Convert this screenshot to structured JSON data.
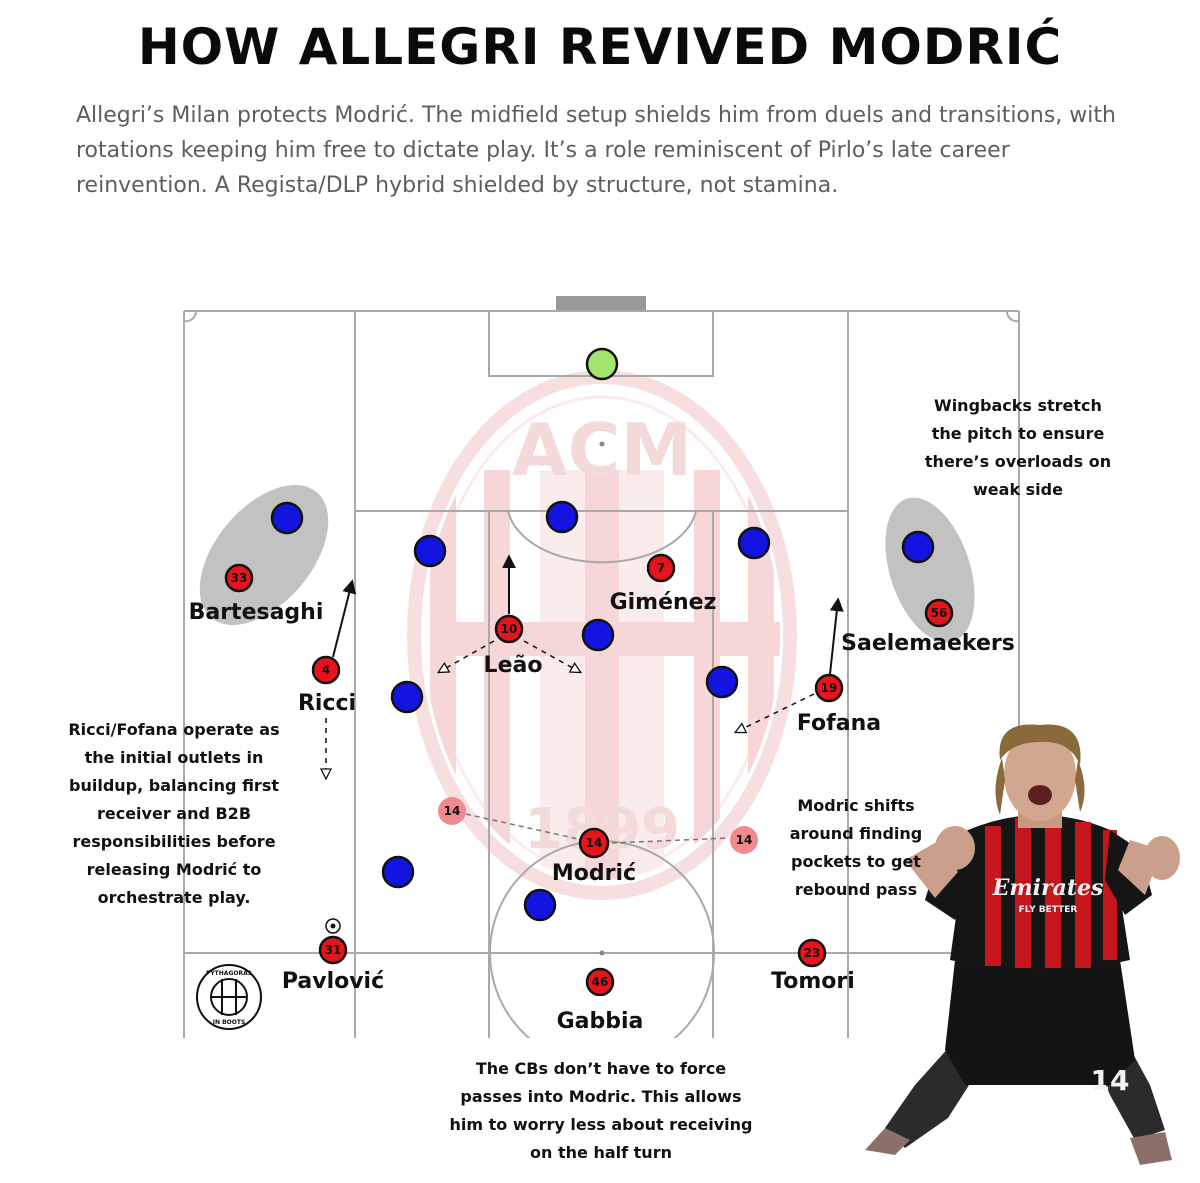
{
  "title": "HOW ALLEGRI REVIVED MODRIĆ",
  "subtitle": "Allegri’s Milan protects Modrić. The midfield setup shields him from duels and transitions, with rotations keeping him free to dictate play. It’s a role reminiscent of Pirlo’s late career reinvention. A Regista/DLP hybrid shielded by structure, not stamina.",
  "crest": {
    "top_text": "ACM",
    "year": "1899"
  },
  "logo": {
    "top_text": "PYTHAGORAS",
    "bottom_text": "IN BOOTS"
  },
  "players": [
    {
      "id": "bartesaghi",
      "number": "33",
      "name": "Bartesaghi"
    },
    {
      "id": "ricci",
      "number": "4",
      "name": "Ricci"
    },
    {
      "id": "leao",
      "number": "10",
      "name": "Leão"
    },
    {
      "id": "gimenez",
      "number": "7",
      "name": "Giménez"
    },
    {
      "id": "saelemaekers",
      "number": "56",
      "name": "Saelemaekers"
    },
    {
      "id": "fofana",
      "number": "19",
      "name": "Fofana"
    },
    {
      "id": "modric",
      "number": "14",
      "name": "Modrić"
    },
    {
      "id": "pavlovic",
      "number": "31",
      "name": "Pavlović"
    },
    {
      "id": "gabbia",
      "number": "46",
      "name": "Gabbia"
    },
    {
      "id": "tomori",
      "number": "23",
      "name": "Tomori"
    }
  ],
  "modric_ghosts": [
    "14",
    "14"
  ],
  "notes": {
    "wingbacks": "Wingbacks stretch the pitch to ensure there’s overloads on weak side",
    "ricci_fofana": "Ricci/Fofana operate as the initial outlets in buildup, balancing first receiver and B2B responsibilities before releasing Modrić to orchestrate play.",
    "modric_shifts": "Modric shifts around finding pockets to get rebound pass",
    "cbs": "The CBs don’t have to force passes into Modric. This allows him to worry less about receiving on the half turn"
  },
  "photo": {
    "sponsor_text": "Emirates",
    "sponsor_sub": "FLY BETTER",
    "shirt_number": "14"
  },
  "colors": {
    "milan_red": "#e8141b",
    "ghost_red": "#f18a8e",
    "opponent_blue": "#1414e0",
    "goalkeeper_green": "#a2e56c",
    "overload_grey": "#c2c2c2",
    "pitch_line": "#a9a9a9",
    "crest_pink": "#f7dcdc"
  }
}
